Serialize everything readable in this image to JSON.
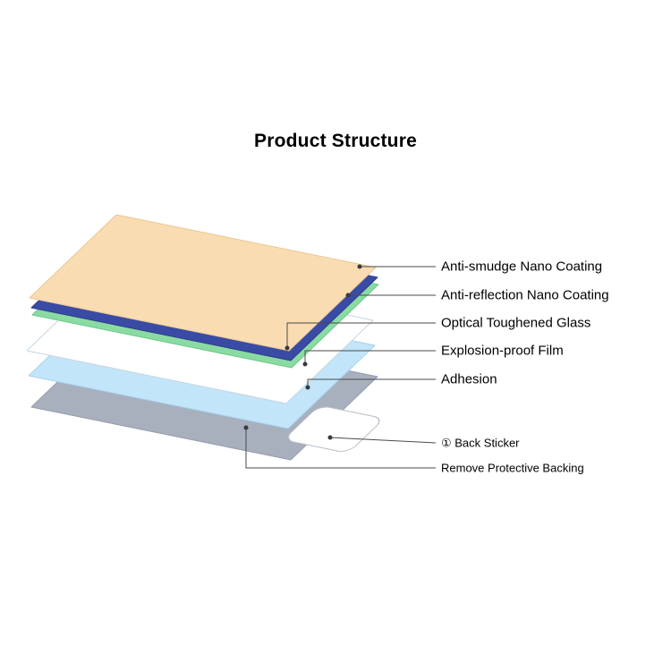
{
  "title": "Product Structure",
  "labels": [
    {
      "text": "Anti-smudge Nano Coating"
    },
    {
      "text": "Anti-reflection Nano Coating"
    },
    {
      "text": "Optical Toughened Glass"
    },
    {
      "text": "Explosion-proof Film"
    },
    {
      "text": "Adhesion"
    },
    {
      "text": "① Back Sticker"
    },
    {
      "text": "Remove Protective Backing"
    }
  ],
  "layers": [
    {
      "name": "anti-smudge-nano-coating",
      "color": "#FADCB2",
      "stroke": "#E9C897"
    },
    {
      "name": "anti-reflection-nano-coating",
      "color": "#3A4BA5",
      "stroke": "#2E3C8C"
    },
    {
      "name": "optical-toughened-glass",
      "color": "#8ADBA2",
      "stroke": "#6CC98A"
    },
    {
      "name": "explosion-proof-film",
      "color": "#FFFFFF",
      "stroke": "#C7D5E2"
    },
    {
      "name": "adhesion",
      "color": "#C3E5F9",
      "stroke": "#A5D2EF"
    },
    {
      "name": "protective-backing",
      "color": "#A8B0BD",
      "stroke": "#959DAB"
    },
    {
      "name": "back-sticker",
      "color": "#FFFFFF",
      "stroke": "#B9BEC6"
    }
  ],
  "leader": {
    "line_color": "#4A4A4A",
    "dot_color": "#3A3A3A"
  }
}
